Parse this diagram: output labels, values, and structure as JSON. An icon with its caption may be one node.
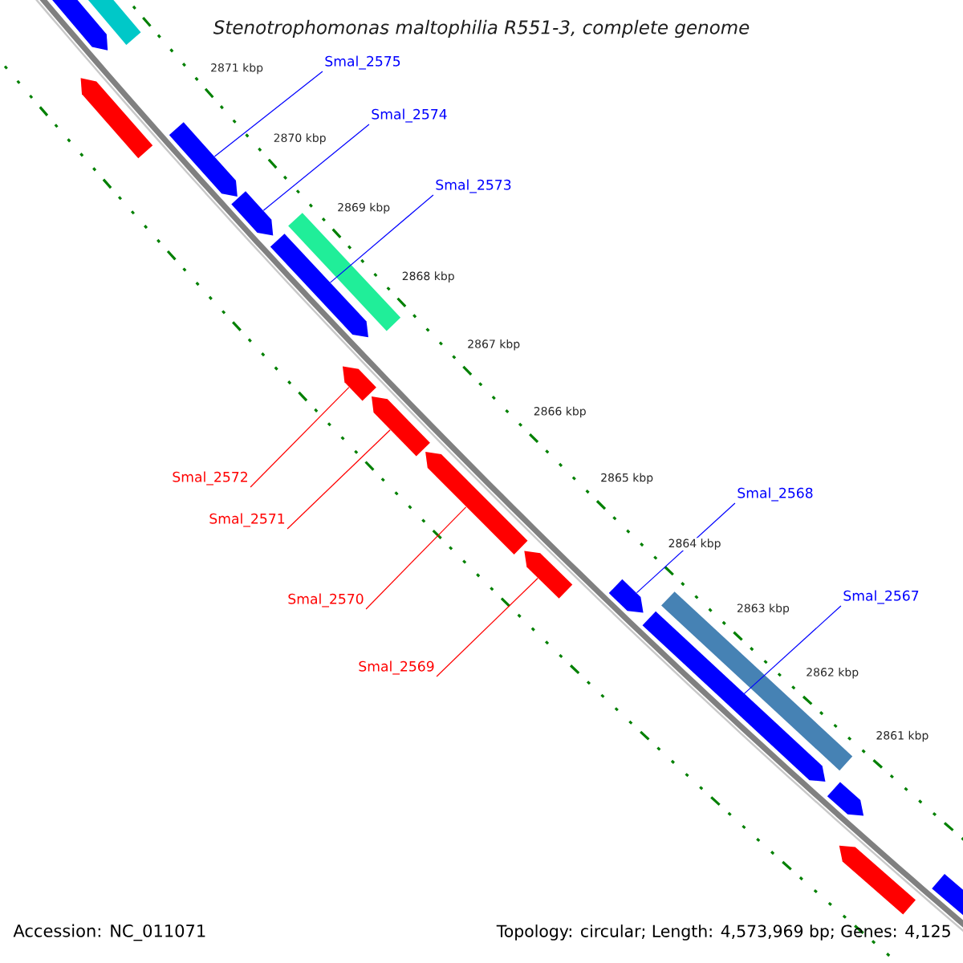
{
  "diagram": {
    "title": "Stenotrophomonas maltophilia R551-3, complete genome",
    "nodes": [
      {
        "text": [
          "Smal_2575"
        ]
      },
      {
        "text": [
          "Smal_2574"
        ]
      },
      {
        "text": [
          "Smal_2573"
        ]
      },
      {
        "text": [
          "Smal_2572"
        ]
      },
      {
        "text": [
          "Smal_2568"
        ]
      },
      {
        "text": [
          "Smal_2571"
        ]
      },
      {
        "text": [
          "Smal_2567"
        ]
      },
      {
        "text": [
          "Smal_2570"
        ]
      },
      {
        "text": [
          "Smal_2569"
        ]
      },
      {
        "text": [],
        "shape": "pentagon"
      },
      {
        "text": [],
        "shape": "bar"
      },
      {
        "text": [],
        "shape": "pentagon"
      },
      {
        "text": [],
        "shape": "pentagon"
      },
      {
        "text": [],
        "shape": "pentagon"
      },
      {
        "text": [],
        "shape": "pentagon"
      },
      {
        "text": [],
        "shape": "bar"
      },
      {
        "text": [],
        "shape": "pentagon"
      },
      {
        "text": [],
        "shape": "pentagon"
      },
      {
        "text": [],
        "shape": "pentagon"
      },
      {
        "text": [],
        "shape": "pentagon"
      },
      {
        "text": [],
        "shape": "pentagon"
      },
      {
        "text": [],
        "shape": "pentagon"
      },
      {
        "text": [],
        "shape": "bar"
      },
      {
        "text": [],
        "shape": "pentagon"
      },
      {
        "text": [],
        "shape": "pentagon"
      },
      {
        "text": [],
        "shape": "pentagon"
      }
    ],
    "edges": [
      {
        "from": 0,
        "to": 12,
        "arrow": "none"
      },
      {
        "from": 1,
        "to": 13,
        "arrow": "none"
      },
      {
        "from": 2,
        "to": 14,
        "arrow": "none"
      },
      {
        "from": 3,
        "to": 16,
        "arrow": "none",
        "color": "#ff0000"
      },
      {
        "from": 4,
        "to": 20,
        "arrow": "none"
      },
      {
        "from": 5,
        "to": 17,
        "arrow": "none",
        "color": "#ff0000"
      },
      {
        "from": 6,
        "to": 21,
        "arrow": "none"
      },
      {
        "from": 7,
        "to": 18,
        "arrow": "none",
        "color": "#ff0000"
      },
      {
        "from": 8,
        "to": 19,
        "arrow": "none",
        "color": "#ff0000"
      }
    ],
    "labels": [
      "2871 kbp",
      "2870 kbp",
      "2869 kbp",
      "2868 kbp",
      "2867 kbp",
      "2866 kbp",
      "2865 kbp",
      "2864 kbp",
      "2863 kbp",
      "2862 kbp",
      "2861 kbp",
      "Accession: NC_011071",
      "Topology: circular; Length: 4,573,969 bp; Genes: 4,125"
    ]
  }
}
